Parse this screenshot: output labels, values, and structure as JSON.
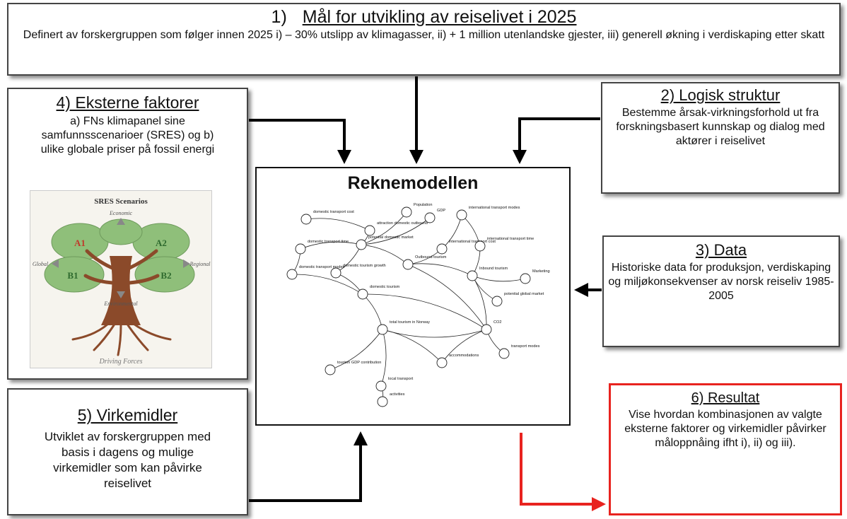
{
  "box1": {
    "number": "1)",
    "title": "Mål for utvikling av reiselivet i 2025",
    "text": "Definert av forskergruppen som følger innen 2025 i) – 30% utslipp av klimagasser, ii) + 1 million utenlandske gjester, iii) generell økning i verdiskaping etter skatt"
  },
  "box2": {
    "title": "2) Logisk struktur",
    "text": "Bestemme årsak-virkningsforhold ut fra forskningsbasert kunnskap og dialog med aktører i reiselivet"
  },
  "box3": {
    "title": "3) Data",
    "text": "Historiske data for produksjon, verdiskaping og miljøkonsekvenser av norsk reiseliv 1985-2005"
  },
  "box4": {
    "title": "4) Eksterne faktorer",
    "text": "a) FNs klimapanel sine samfunnsscenarioer (SRES) og b) ulike globale priser på fossil energi",
    "image": {
      "title": "SRES Scenarios",
      "labels": [
        "A1",
        "A2",
        "B1",
        "B2",
        "Economic",
        "Global",
        "Regional",
        "Environmental",
        "Driving Forces"
      ]
    }
  },
  "box5": {
    "title": "5) Virkemidler",
    "text": "Utviklet av forskergruppen med basis i dagens og mulige virkemidler som kan påvirke reiselivet"
  },
  "box6": {
    "title": "6) Resultat",
    "text": "Vise hvordan kombinasjonen av valgte eksterne faktorer og virkemidler påvirker måloppnåing ifht i), ii) og iii)."
  },
  "model": {
    "title": "Reknemodellen",
    "nodes": [
      "domestic transport cost",
      "attraction domestic outbound",
      "Population",
      "GDP",
      "international transport modes",
      "domestic transport time",
      "potential domestic market",
      "international transport cost",
      "international transport time",
      "domestic tourism growth",
      "Outbound tourism",
      "domestic transport modes",
      "Inbound tourism",
      "Marketing",
      "domestic tourism",
      "potential global market",
      "CO2",
      "total tourism in Norway",
      "transport modes",
      "accommodations",
      "tourism GDP contribution",
      "local transport",
      "activities"
    ]
  },
  "colors": {
    "result_border": "#e8231f",
    "result_arrow": "#e8231f",
    "arrow": "#000000"
  }
}
